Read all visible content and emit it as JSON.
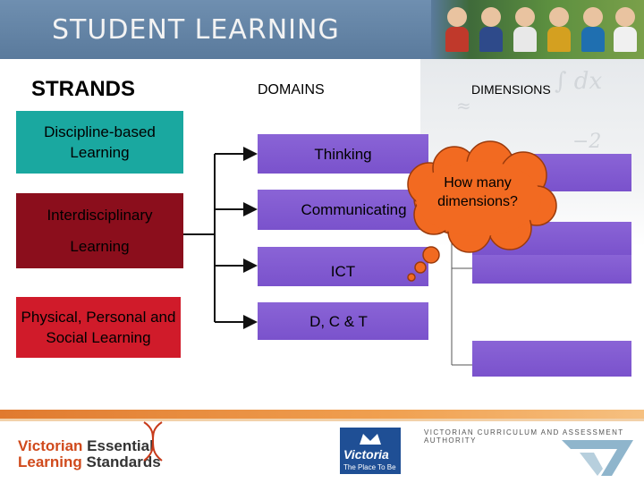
{
  "banner": {
    "title": "STUDENT LEARNING"
  },
  "headings": {
    "strands": "STRANDS",
    "domains": "DOMAINS",
    "dimensions": "DIMENSIONS"
  },
  "strands": [
    {
      "label": "Discipline-based Learning",
      "color": "#1aa8a0"
    },
    {
      "label_line1": "Interdisciplinary",
      "label_line2": "Learning",
      "color": "#8b0e1c"
    },
    {
      "label": "Physical, Personal and Social Learning",
      "color": "#d01b2a"
    }
  ],
  "domains": [
    {
      "label": "Thinking"
    },
    {
      "label": "Communicating"
    },
    {
      "label": "ICT"
    },
    {
      "label": "D, C & T"
    }
  ],
  "callout": {
    "text": "How many dimensions?",
    "color": "#f26a21"
  },
  "footer": {
    "vels_line1_a": "Victorian",
    "vels_line1_b": "Essential",
    "vels_line2_a": "Learning",
    "vels_line2_b": "Standards",
    "victoria_name": "Victoria",
    "victoria_tagline": "The Place To Be",
    "authority": "VICTORIAN CURRICULUM AND ASSESSMENT AUTHORITY"
  },
  "colors": {
    "domain_purple": "#7a52cc",
    "banner_blue": "#5a7a9c",
    "accent_orange": "#e07a2f"
  }
}
